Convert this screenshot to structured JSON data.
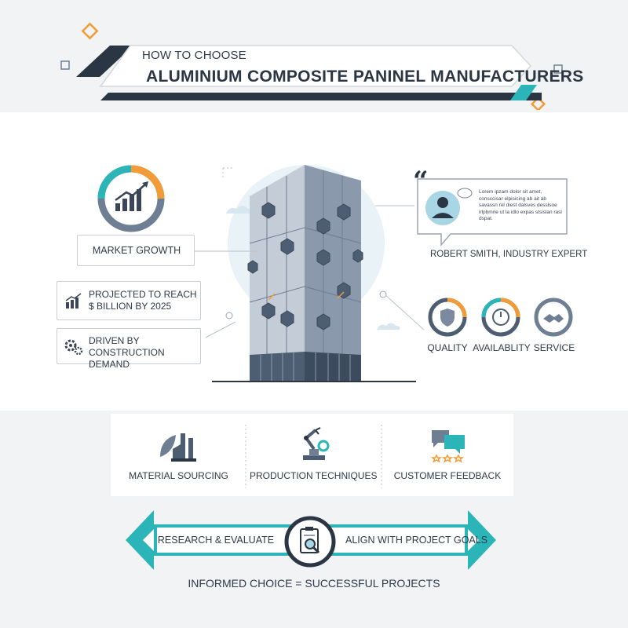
{
  "header": {
    "subtitle": "HOW TO CHOOSE",
    "title": "ALUMINIUM COMPOSITE PANINEL MANUFACTURERS"
  },
  "left": {
    "market_growth": "MARKET GROWTH",
    "projected_line1": "PROJECTED TO REACH",
    "projected_line2": "$ BILLION BY 2025",
    "driven_line1": "DRIVEN BY",
    "driven_line2": "CONSTRUCTION DEMAND"
  },
  "quote": {
    "text": "Lorem ipzam dolor sit amet, consccisar elpisicing ab ait ab savassn rel diest dalsves desslsoe irlpbmrie ut la idlo expas stsislan rasl dspat.",
    "author": "ROBERT SMITH, INDUSTRY EXPERT"
  },
  "criteria": [
    {
      "label": "QUALITY",
      "icon": "shield-icon"
    },
    {
      "label": "AVAILABLITY",
      "icon": "clock-icon"
    },
    {
      "label": "SERVICE",
      "icon": "handshake-icon"
    }
  ],
  "factors": [
    {
      "label": "MATERIAL SOURCING",
      "icon": "factory-leaf-icon"
    },
    {
      "label": "PRODUCTION TECHNIQUES",
      "icon": "robot-arm-icon"
    },
    {
      "label": "CUSTOMER FEEDBACK",
      "icon": "chat-stars-icon"
    }
  ],
  "process": {
    "left": "RESEARCH & EVALUATE",
    "right": "ALIGN WITH PROJECT GOALS"
  },
  "footer": "INFORMED CHOICE = SUCCESSFUL PROJECTS",
  "colors": {
    "navy": "#2b3645",
    "teal": "#2bb5b8",
    "orange": "#f29c38",
    "steel": "#6f7f93",
    "line": "#c9ced4"
  }
}
